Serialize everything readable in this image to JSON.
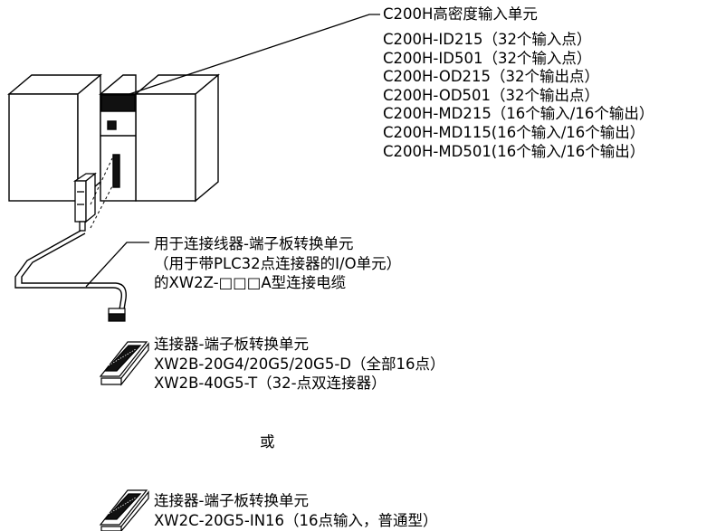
{
  "io_unit": {
    "title": "C200H高密度输入单元",
    "models": [
      "C200H-ID215（32个输入点）",
      "C200H-ID501（32个输入点）",
      "C200H-OD215（32个输出点）",
      "C200H-OD501（32个输出点）",
      "C200H-MD215（16个输入/16个输出）",
      "C200H-MD115(16个输入/16个输出）",
      "C200H-MD501(16个输入/16个输出）"
    ]
  },
  "cable": {
    "lines": [
      "用于连接线器-端子板转换单元",
      "（用于带PLC32点连接器的I/O单元）",
      "的XW2Z-□□□A型连接电缆"
    ]
  },
  "terminal_unit_a": {
    "lines": [
      "连接器-端子板转换单元",
      "XW2B-20G4/20G5/20G5-D（全部16点）",
      "XW2B-40G5-T（32-点双连接器）"
    ]
  },
  "or_label": "或",
  "terminal_unit_b": {
    "lines": [
      "连接器-端子板转换单元",
      "XW2C-20G5-IN16（16点输入，普通型）"
    ]
  }
}
